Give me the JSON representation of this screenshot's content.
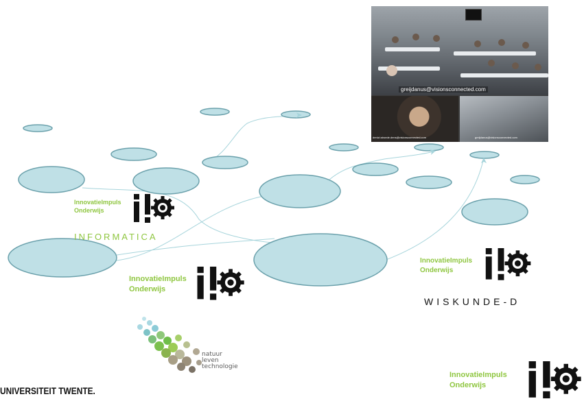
{
  "videoconference": {
    "main_caption": "greijdanus@visionsconnected.com",
    "left_caption": "denizi.stroede.dens@visionsconnected.com",
    "right_caption": "greijdanus@visionsconnected.com"
  },
  "logos": [
    {
      "line1": "InnovatieImpuls",
      "line2": "Onderwijs",
      "subject": "INFORMATICA"
    },
    {
      "line1": "InnovatieImpuls",
      "line2": "Onderwijs",
      "subject": ""
    },
    {
      "line1": "InnovatieImpuls",
      "line2": "Onderwijs",
      "subject": "WISKUNDE-D"
    },
    {
      "line1": "InnovatieImpuls",
      "line2": "Onderwijs",
      "subject": ""
    }
  ],
  "nlt_logo": {
    "line1": "natuur",
    "line2": "leven",
    "line3": "technologie"
  },
  "footer": "UNIVERSITEIT TWENTE.",
  "colors": {
    "bubble_fill": "#bfe0e6",
    "bubble_stroke": "#6aa0ab",
    "brand_green": "#8fc640",
    "connector": "#a6d4db"
  }
}
